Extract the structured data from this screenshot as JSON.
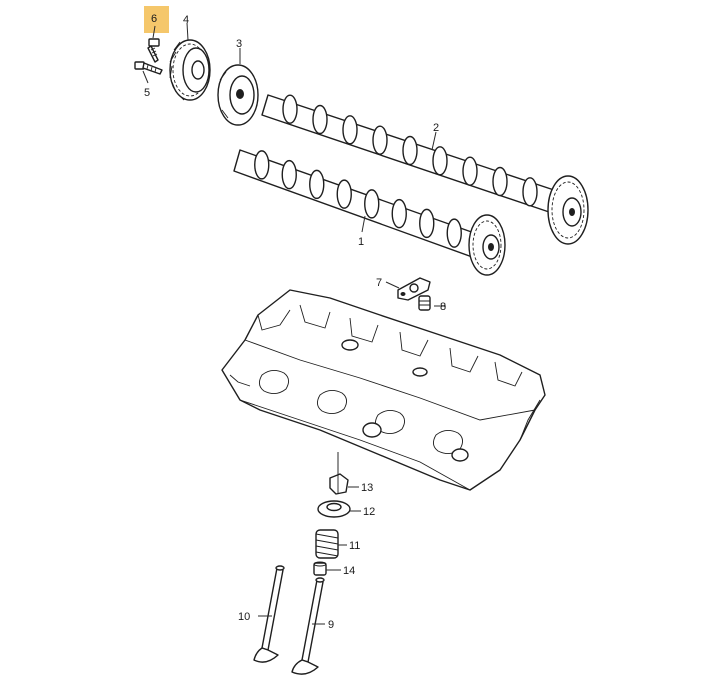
{
  "diagram": {
    "highlight_color": "#f5c76b",
    "highlighted_callout": "6",
    "callouts": [
      {
        "id": "callout-1",
        "label": "1"
      },
      {
        "id": "callout-2",
        "label": "2"
      },
      {
        "id": "callout-3",
        "label": "3"
      },
      {
        "id": "callout-4",
        "label": "4"
      },
      {
        "id": "callout-5",
        "label": "5"
      },
      {
        "id": "callout-6",
        "label": "6"
      },
      {
        "id": "callout-7",
        "label": "7"
      },
      {
        "id": "callout-8",
        "label": "8"
      },
      {
        "id": "callout-9",
        "label": "9"
      },
      {
        "id": "callout-10",
        "label": "10"
      },
      {
        "id": "callout-11",
        "label": "11"
      },
      {
        "id": "callout-12",
        "label": "12"
      },
      {
        "id": "callout-13",
        "label": "13"
      },
      {
        "id": "callout-14",
        "label": "14"
      }
    ]
  }
}
